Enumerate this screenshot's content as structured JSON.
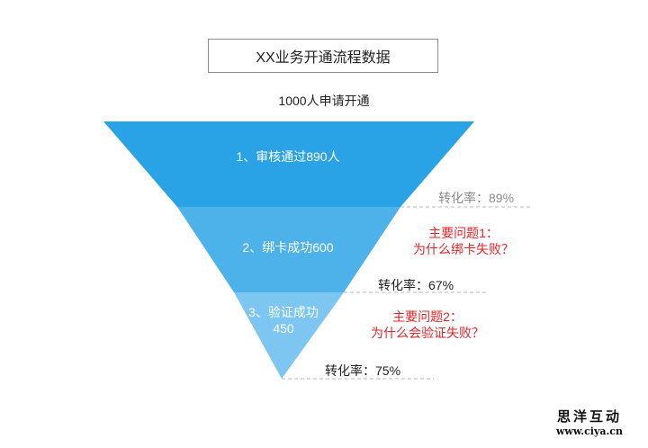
{
  "title": "XX业务开通流程数据",
  "subtitle": "1000人申请开通",
  "stages": [
    {
      "label": "1、审核通过890人",
      "value": 890
    },
    {
      "label": "2、绑卡成功600",
      "value": 600
    },
    {
      "label_line1": "3、验证成功",
      "label_line2": "450",
      "value": 450
    }
  ],
  "conversion_rates": [
    {
      "label": "转化率：89%",
      "value": 89
    },
    {
      "label": "转化率：67%",
      "value": 67
    },
    {
      "label": "转化率：75%",
      "value": 75
    }
  ],
  "issues": [
    {
      "line1": "主要问题1：",
      "line2": "为什么绑卡失败？"
    },
    {
      "line1": "主要问题2：",
      "line2": "为什么会验证失败？"
    }
  ],
  "colors": {
    "stage1": "#2aa3e6",
    "stage2": "#4db1ea",
    "stage3": "#7cc6f1",
    "issue_text": "#e0242a",
    "dashed_line": "#b8b8b8"
  },
  "watermark": {
    "cn": "思洋互动",
    "url": "www.ciya.cn"
  }
}
